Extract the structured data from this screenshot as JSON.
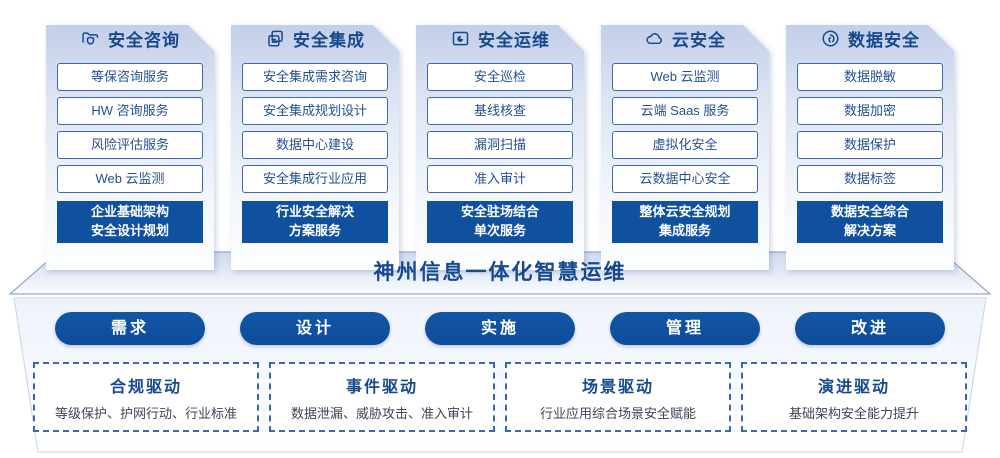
{
  "palette": {
    "primary_blue": "#10519f",
    "text_blue": "#17498f",
    "border_blue": "#3a67ad",
    "card_top": "#c3cfe9",
    "white": "#ffffff"
  },
  "columns": [
    {
      "icon": "folder-shield-icon",
      "title": "安全咨询",
      "items": [
        "等保咨询服务",
        "HW 咨询服务",
        "风险评估服务",
        "Web 云监测"
      ],
      "footer_lines": [
        "企业基础架构",
        "安全设计规划"
      ]
    },
    {
      "icon": "copy-icon",
      "title": "安全集成",
      "items": [
        "安全集成需求咨询",
        "安全集成规划设计",
        "数据中心建设",
        "安全集成行业应用"
      ],
      "footer_lines": [
        "行业安全解决",
        "方案服务"
      ]
    },
    {
      "icon": "monitor-pie-icon",
      "title": "安全运维",
      "items": [
        "安全巡检",
        "基线核查",
        "漏洞扫描",
        "准入审计"
      ],
      "footer_lines": [
        "安全驻场结合",
        "单次服务"
      ]
    },
    {
      "icon": "cloud-icon",
      "title": "云安全",
      "items": [
        "Web 云监测",
        "云端 Saas 服务",
        "虚拟化安全",
        "云数据中心安全"
      ],
      "footer_lines": [
        "整体云安全规划",
        "集成服务"
      ]
    },
    {
      "icon": "fingerprint-icon",
      "title": "数据安全",
      "items": [
        "数据脱敏",
        "数据加密",
        "数据保护",
        "数据标签"
      ],
      "footer_lines": [
        "数据安全综合",
        "解决方案"
      ]
    }
  ],
  "banner": {
    "title": "神州信息一体化智慧运维"
  },
  "process": {
    "pills": [
      {
        "label": "需求"
      },
      {
        "label": "设计"
      },
      {
        "label": "实施"
      },
      {
        "label": "管理"
      },
      {
        "label": "改进"
      }
    ]
  },
  "drivers": [
    {
      "title": "合规驱动",
      "desc": "等级保护、护网行动、行业标准"
    },
    {
      "title": "事件驱动",
      "desc": "数据泄漏、威胁攻击、准入审计"
    },
    {
      "title": "场景驱动",
      "desc": "行业应用综合场景安全赋能"
    },
    {
      "title": "演进驱动",
      "desc": "基础架构安全能力提升"
    }
  ]
}
